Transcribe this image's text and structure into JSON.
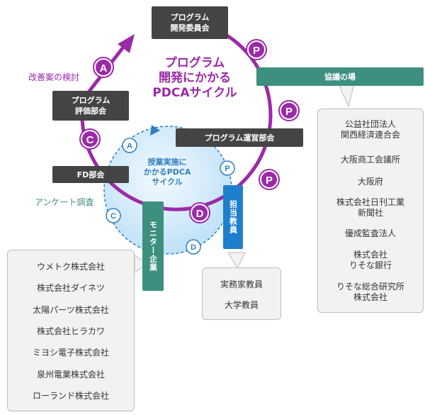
{
  "center_title": [
    "プログラム",
    "開発にかかる",
    "PDCAサイクル"
  ],
  "inner_title": [
    "授業実施に",
    "かかるPDCA",
    "サイクル"
  ],
  "outer_cycle_letters": {
    "p1": "P",
    "p2": "P",
    "p3": "P",
    "d": "D",
    "c": "C",
    "a": "A"
  },
  "inner_cycle_letters": {
    "p": "P",
    "d": "D",
    "c": "C",
    "a": "A"
  },
  "nodes": {
    "dev_committee": [
      "プログラム",
      "開発委員会"
    ],
    "eval_committee": [
      "プログラム",
      "評価部会"
    ],
    "ops_committee": "プログラム運営部会",
    "fd_committee": "FD部会",
    "council": "協議の場",
    "monitor": "モニター企業",
    "teachers": "担当教員"
  },
  "labels": {
    "improvement": "改善案の検討",
    "survey": "アンケート調査"
  },
  "council_members": [
    "公益社団法人|関西経済連合会",
    "大阪商工会議所",
    "大阪府",
    "株式会社日刊工業|新聞社",
    "優成監査法人",
    "株式会社|りそな銀行",
    "りそな総合研究所|株式会社"
  ],
  "monitor_companies": [
    "ウメトク株式会社",
    "株式会社ダイネツ",
    "太陽パーツ株式会社",
    "株式会社ヒラカワ",
    "ミヨシ電子株式会社",
    "泉州電業株式会社",
    "ローランド株式会社"
  ],
  "teacher_types": [
    "実務家教員",
    "大学教員"
  ],
  "colors": {
    "outer_cycle": "#9b2aa8",
    "inner_cycle": "#2f7fbf",
    "inner_fill": "#d6ecfa",
    "dark_box": "#444444",
    "teal_box": "#3d8f7f",
    "blue_box": "#1f7fcf",
    "panel_bg": "#f2f2f2"
  }
}
